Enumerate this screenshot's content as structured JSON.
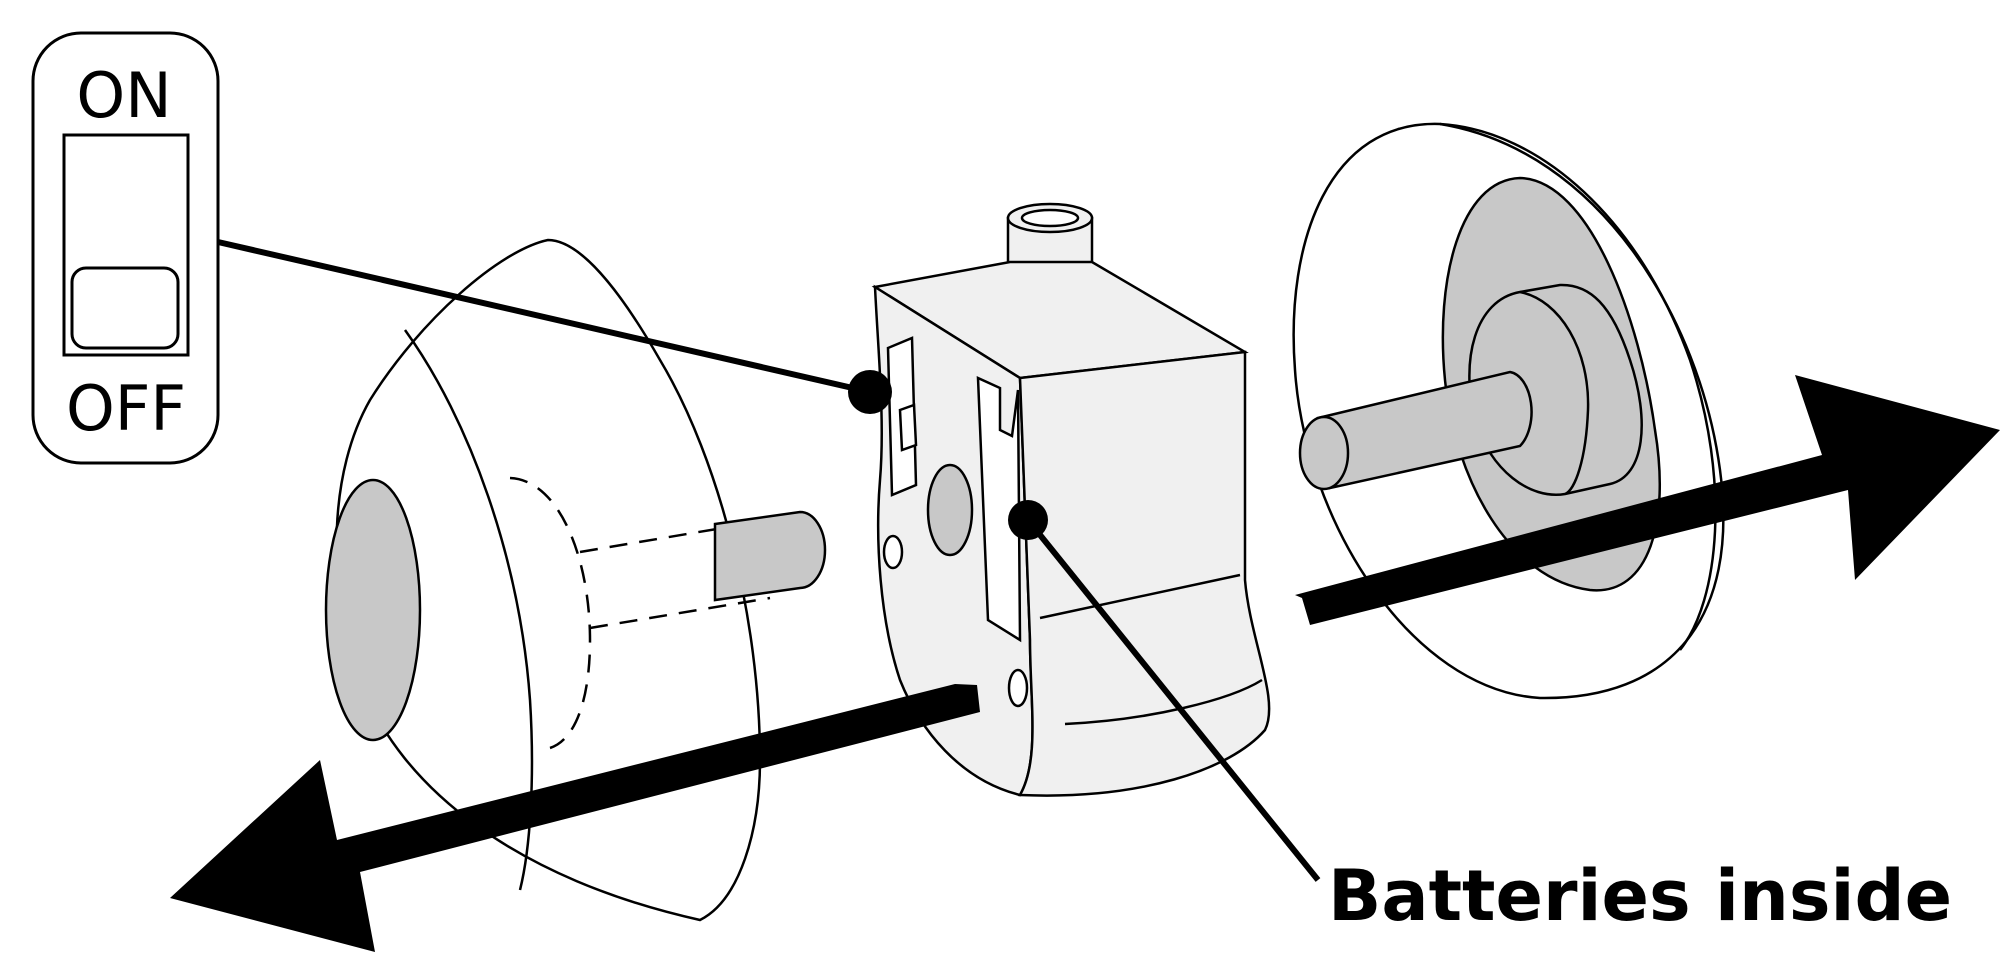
{
  "switch_inset": {
    "on_label": "ON",
    "off_label": "OFF"
  },
  "callouts": {
    "batteries_label": "Batteries inside"
  },
  "colors": {
    "outline": "#000000",
    "part_fill": "#f0f0f0",
    "shaded_fill": "#c8c8c8",
    "background": "#ffffff"
  }
}
